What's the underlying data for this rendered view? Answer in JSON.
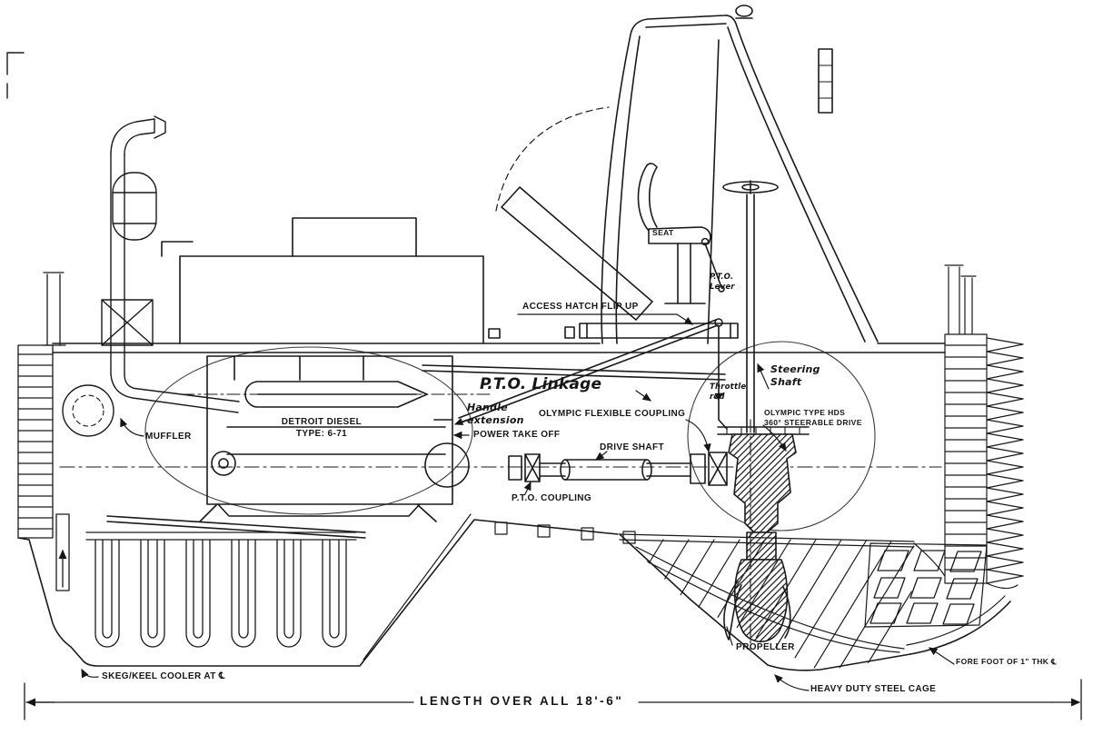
{
  "drawing_colors": {
    "ink": "#1a1a1a",
    "paper": "#ffffff"
  },
  "labels": {
    "seat": "SEAT",
    "pto_lever": "P.T.O.\nLever",
    "access_hatch": "ACCESS HATCH FLIP UP",
    "pto_linkage": "P.T.O. Linkage",
    "throttle_rod": "Throttle\nrod",
    "steering_shaft": "Steering\nShaft",
    "muffler": "MUFFLER",
    "engine": "DETROIT DIESEL\nTYPE: 6-71",
    "handle_extension": "Handle\nextension",
    "olympic_coupling": "OLYMPIC FLEXIBLE COUPLING",
    "power_take_off": "POWER TAKE OFF",
    "drive_shaft": "DRIVE SHAFT",
    "steerable_drive": "OLYMPIC TYPE HDS\n360° STEERABLE DRIVE",
    "pto_coupling": "P.T.O. COUPLING",
    "propeller": "PROPELLER",
    "fore_foot": "FORE FOOT OF 1\" THK ℄",
    "skeg_keel_cooler": "SKEG/KEEL COOLER AT ℄",
    "steel_cage": "HEAVY DUTY STEEL CAGE",
    "length_overall": "LENGTH OVER ALL 18'-6\""
  }
}
